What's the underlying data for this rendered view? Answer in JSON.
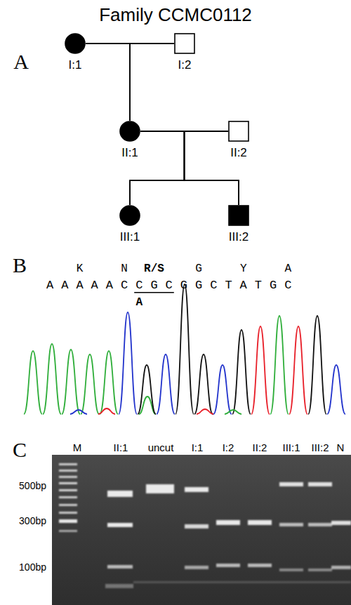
{
  "diagram": {
    "title": "Family CCMC0112",
    "nodes": [
      {
        "text": [
          "I:1"
        ]
      },
      {
        "text": [
          "I:2"
        ]
      },
      {
        "text": [
          "II:1"
        ]
      },
      {
        "text": [
          "II:2"
        ]
      },
      {
        "text": [
          "III:1"
        ]
      },
      {
        "text": [
          "III:2"
        ]
      }
    ],
    "edges": [
      {
        "from": 0,
        "to": 1,
        "arrow": "none"
      },
      {
        "from": 2,
        "to": 3,
        "arrow": "none"
      },
      {
        "from": 0,
        "to": 2,
        "arrow": "none"
      },
      {
        "from": 1,
        "to": 2,
        "arrow": "none"
      },
      {
        "from": 2,
        "to": 4,
        "arrow": "none"
      },
      {
        "from": 2,
        "to": 5,
        "arrow": "none"
      },
      {
        "from": 3,
        "to": 4,
        "arrow": "none"
      },
      {
        "from": 3,
        "to": 5,
        "arrow": "none"
      }
    ],
    "labels": [
      "A",
      "B",
      "K",
      "N",
      "R/S",
      "G",
      "Y",
      "A",
      "AAAAACCGCGGCTATGC",
      "A",
      "C",
      "M",
      "II:1",
      "uncut",
      "I:1",
      "I:2",
      "II:2",
      "III:1",
      "III:2",
      "N",
      "500bp",
      "300bp",
      "100bp"
    ]
  }
}
